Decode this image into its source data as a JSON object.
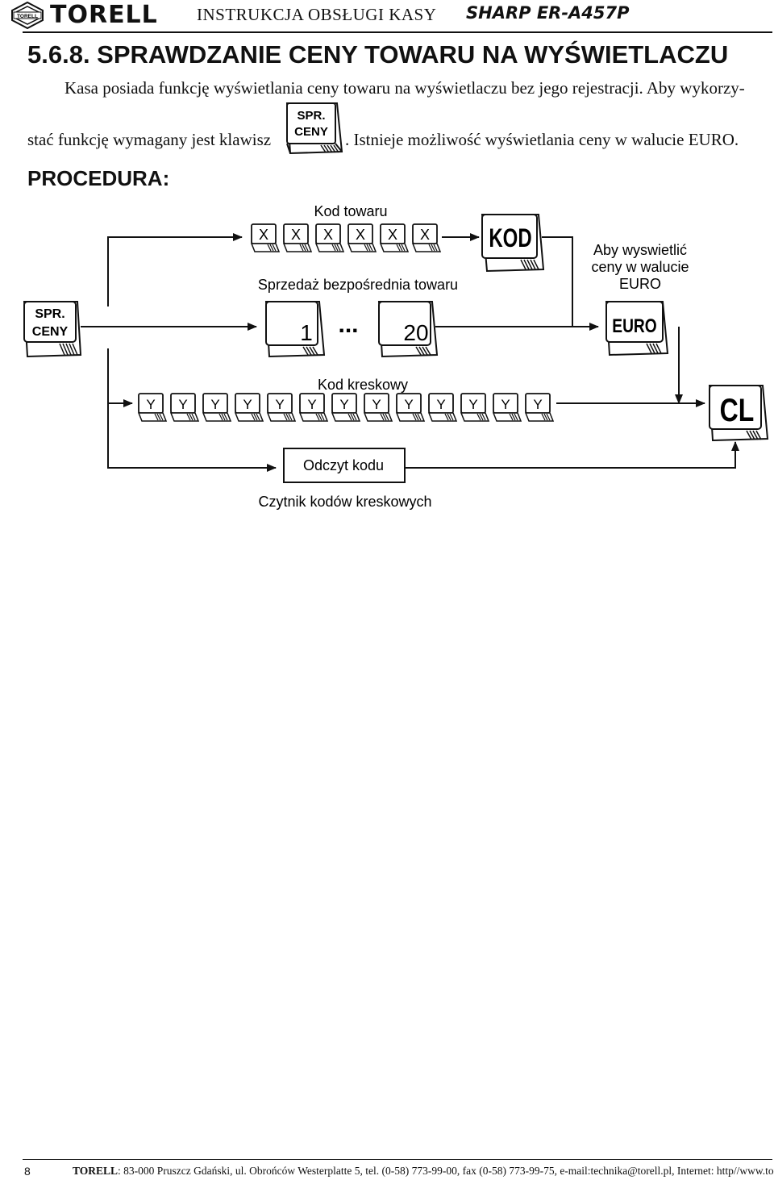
{
  "header": {
    "logo_small": "TORELL",
    "logo_text": "TORELL",
    "title": "INSTRUKCJA OBSŁUGI KASY",
    "model": "SHARP ER-A457P"
  },
  "section": {
    "title": "5.6.8. SPRAWDZANIE CENY TOWARU NA WYŚWIETLACZU",
    "intro_line1": "Kasa posiada funkcję wyświetlania ceny towaru na wyświetlaczu bez jego rejestracji. Aby wykorzy-",
    "intro_line2a": "stać funkcję wymagany jest klawisz",
    "intro_line2b": ". Istnieje możliwość wyświetlania ceny w walucie EURO.",
    "inline_key_line1": "SPR.",
    "inline_key_line2": "CENY",
    "procedure_label": "PROCEDURA:"
  },
  "diagram": {
    "start_key_line1": "SPR.",
    "start_key_line2": "CENY",
    "kod_towaru_label": "Kod towaru",
    "x_key": "X",
    "sprzedaz_label": "Sprzedaż bezpośrednia towaru",
    "key_1": "1",
    "ellipsis": "...",
    "key_20": "20",
    "kod_key": "KOD",
    "euro_note_line1": "Aby wyswietlić",
    "euro_note_line2": "ceny w walucie",
    "euro_note_line3": "EURO",
    "euro_key": "EURO",
    "kod_kreskowy_label": "Kod kreskowy",
    "y_key": "Y",
    "cl_key": "CL",
    "odczyt_label": "Odczyt kodu",
    "czytnik_label": "Czytnik kodów kreskowych"
  },
  "footer": {
    "page_number": "8",
    "brand": "TORELL",
    "text": ": 83-000 Pruszcz Gdański, ul. Obrońców Westerplatte 5,  tel. (0-58) 773-99-00, fax (0-58) 773-99-75, e-mail:technika@torell.pl, Internet: http//www.torell.pl"
  }
}
